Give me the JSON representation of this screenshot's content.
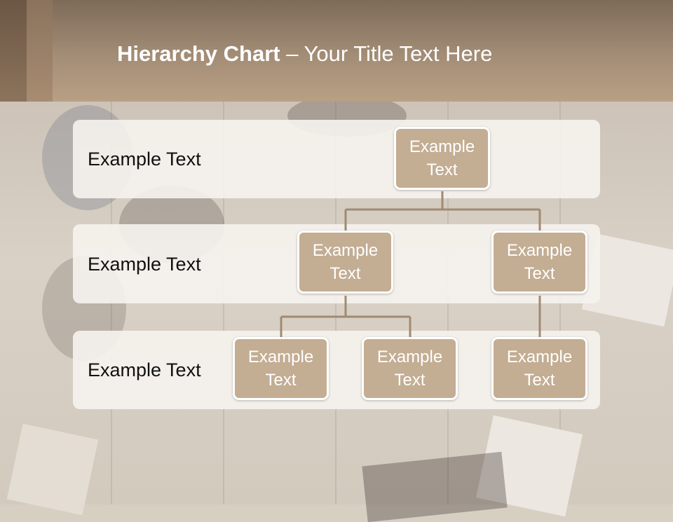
{
  "title": {
    "bold": "Hierarchy Chart",
    "rest": " – Your Title Text Here"
  },
  "tiers": [
    {
      "label": "Example Text"
    },
    {
      "label": "Example Text"
    },
    {
      "label": "Example Text"
    }
  ],
  "nodes": {
    "root": "Example Text",
    "level2_left": "Example Text",
    "level2_right": "Example Text",
    "level3_a": "Example Text",
    "level3_b": "Example Text",
    "level3_c": "Example Text"
  },
  "colors": {
    "node_fill": "#c3ad93",
    "connector": "#a08a73",
    "title_band": "#a38d76"
  }
}
